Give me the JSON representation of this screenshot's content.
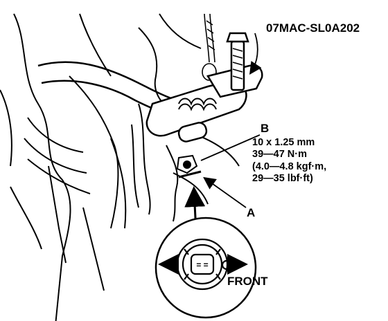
{
  "labels": {
    "tool": "07MAC-SL0A202",
    "b": "B",
    "a": "A",
    "front": "FRONT"
  },
  "spec": {
    "size": "10 x 1.25 mm",
    "torque_nm": "39—47 N·m",
    "torque_kgf": "(4.0—4.8 kgf·m,",
    "torque_lbf": "29—35 lbf·ft)"
  },
  "center_mark": "= ="
}
